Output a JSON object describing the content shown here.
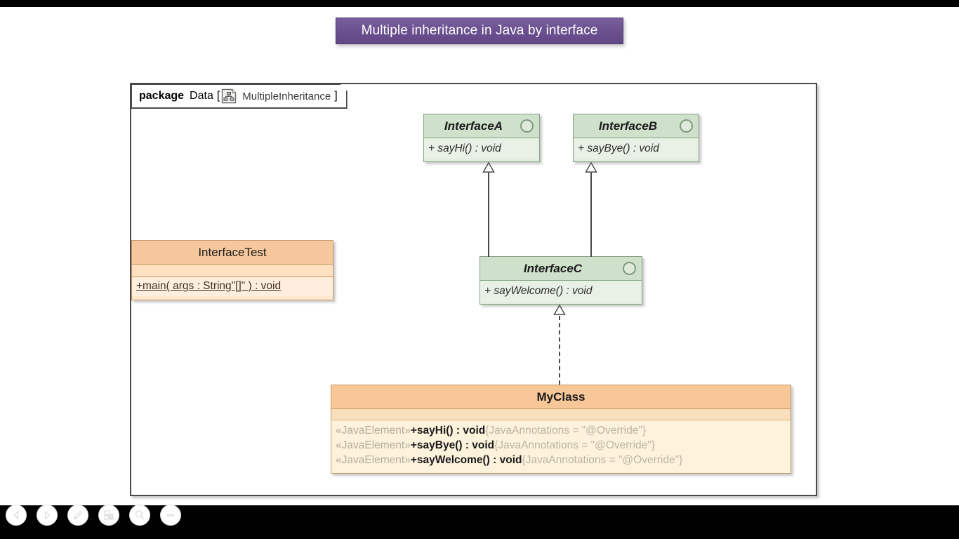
{
  "title_banner": {
    "text": "Multiple inheritance in Java by interface",
    "bg_color": "#6b5090",
    "text_color": "#ffffff"
  },
  "package_frame": {
    "keyword": "package",
    "package_name": "Data",
    "bracket_open": "[",
    "diagram_icon": "diagram-icon",
    "diagram_name": "MultipleInheritance",
    "bracket_close": "]"
  },
  "theme": {
    "interface_header_color": "#cfe0cb",
    "interface_body_color": "#e9f1e7",
    "class_header_color": "#f7c797",
    "class_body_color": "#fdf3dc",
    "test_header_color": "#f6c79c",
    "test_body_color": "#ffeedd",
    "border_color": "#4a4a4a",
    "stereotype_color": "#b5ac9c"
  },
  "elements": {
    "interface_a": {
      "name": "InterfaceA",
      "kind": "interface",
      "operations": [
        "+ sayHi()  : void"
      ]
    },
    "interface_b": {
      "name": "InterfaceB",
      "kind": "interface",
      "operations": [
        "+ sayBye()  : void"
      ]
    },
    "interface_c": {
      "name": "InterfaceC",
      "kind": "interface",
      "operations": [
        "+ sayWelcome()  : void"
      ]
    },
    "interface_test": {
      "name": "InterfaceTest",
      "kind": "class",
      "operations": [
        "+main( args : String\"[]\" ) : void"
      ]
    },
    "my_class": {
      "name": "MyClass",
      "kind": "class",
      "operations": [
        {
          "stereotype": "«JavaElement»",
          "signature": "+sayHi() : void",
          "annotation": "{JavaAnnotations = \"@Override\"}"
        },
        {
          "stereotype": "«JavaElement»",
          "signature": "+sayBye() : void",
          "annotation": "{JavaAnnotations = \"@Override\"}"
        },
        {
          "stereotype": "«JavaElement»",
          "signature": "+sayWelcome() : void",
          "annotation": "{JavaAnnotations = \"@Override\"}"
        }
      ]
    }
  },
  "relationships": [
    {
      "type": "generalization",
      "from": "InterfaceC",
      "to": "InterfaceA",
      "line": "solid",
      "arrow": "hollow-triangle"
    },
    {
      "type": "generalization",
      "from": "InterfaceC",
      "to": "InterfaceB",
      "line": "solid",
      "arrow": "hollow-triangle"
    },
    {
      "type": "realization",
      "from": "MyClass",
      "to": "InterfaceC",
      "line": "dashed",
      "arrow": "hollow-triangle"
    }
  ],
  "toolbar": {
    "buttons": [
      {
        "name": "back-button",
        "icon": "triangle-left-icon"
      },
      {
        "name": "forward-button",
        "icon": "triangle-right-icon"
      },
      {
        "name": "edit-button",
        "icon": "pencil-icon"
      },
      {
        "name": "copy-button",
        "icon": "copy-icon"
      },
      {
        "name": "zoom-button",
        "icon": "magnifier-icon"
      },
      {
        "name": "more-button",
        "icon": "ellipsis-icon"
      }
    ]
  }
}
